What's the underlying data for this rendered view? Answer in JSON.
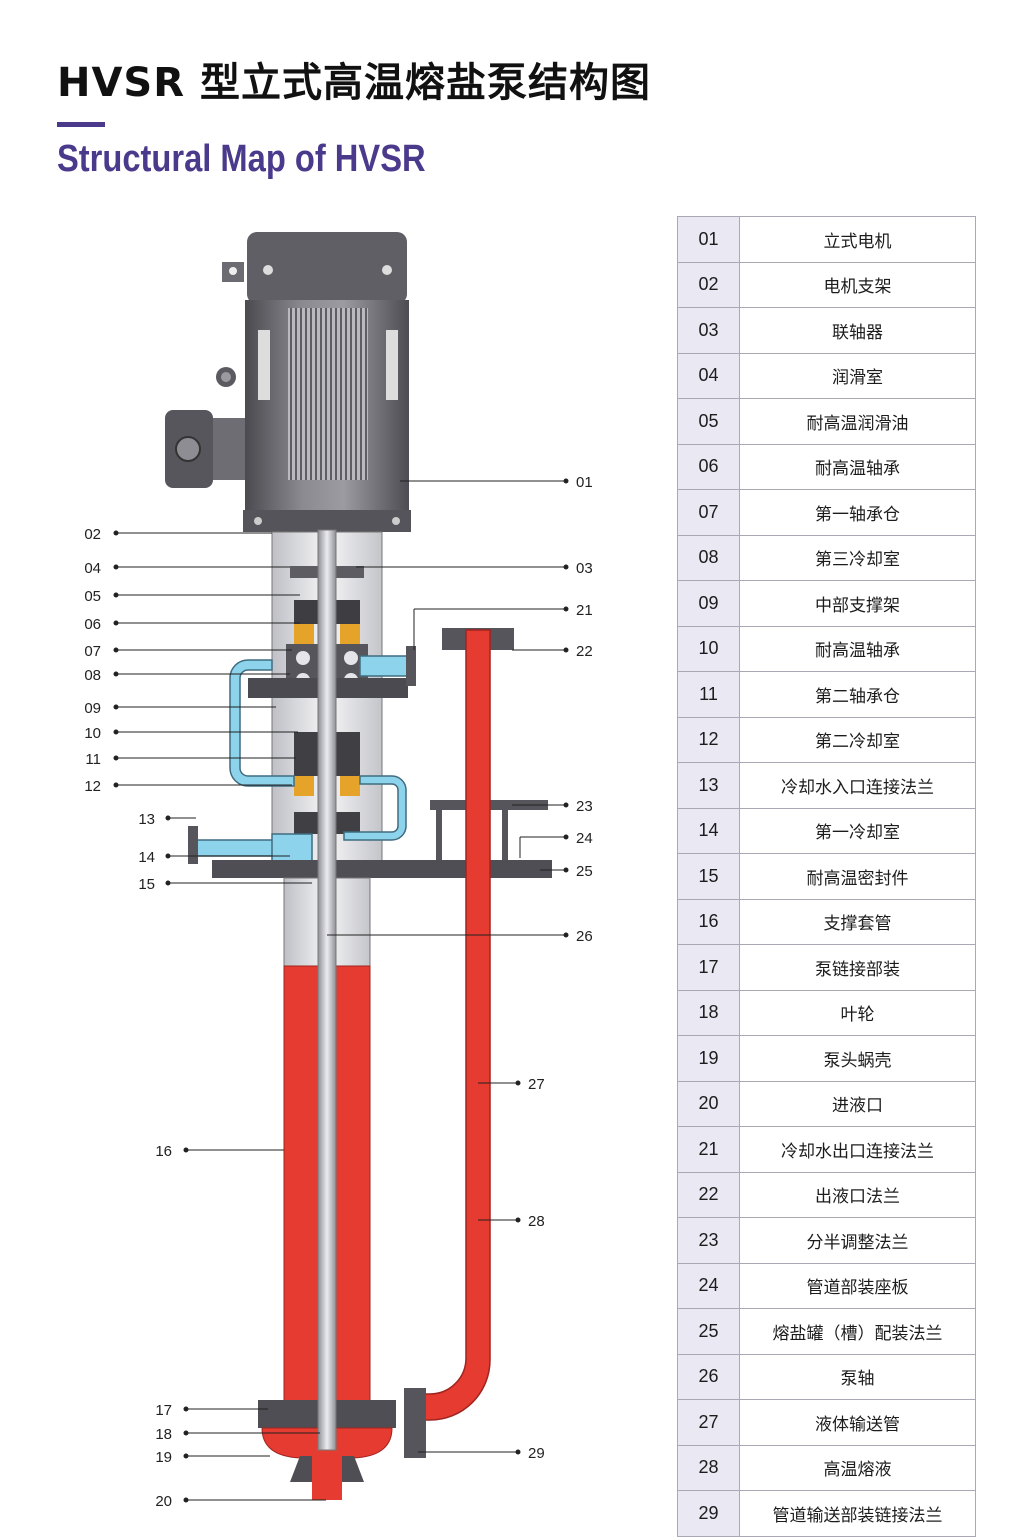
{
  "title_cn": "HVSR 型立式高温熔盐泵结构图",
  "title_en": "Structural Map of HVSR",
  "callouts_left": [
    "02",
    "04",
    "05",
    "06",
    "07",
    "08",
    "09",
    "10",
    "11",
    "12",
    "13",
    "14",
    "15",
    "16",
    "17",
    "18",
    "19",
    "20"
  ],
  "callouts_right": [
    "01",
    "03",
    "21",
    "22",
    "23",
    "24",
    "25",
    "26",
    "27",
    "28",
    "29"
  ],
  "parts": [
    {
      "no": "01",
      "name": "立式电机"
    },
    {
      "no": "02",
      "name": "电机支架"
    },
    {
      "no": "03",
      "name": "联轴器"
    },
    {
      "no": "04",
      "name": "润滑室"
    },
    {
      "no": "05",
      "name": "耐高温润滑油"
    },
    {
      "no": "06",
      "name": "耐高温轴承"
    },
    {
      "no": "07",
      "name": "第一轴承仓"
    },
    {
      "no": "08",
      "name": "第三冷却室"
    },
    {
      "no": "09",
      "name": "中部支撑架"
    },
    {
      "no": "10",
      "name": "耐高温轴承"
    },
    {
      "no": "11",
      "name": "第二轴承仓"
    },
    {
      "no": "12",
      "name": "第二冷却室"
    },
    {
      "no": "13",
      "name": "冷却水入口连接法兰"
    },
    {
      "no": "14",
      "name": "第一冷却室"
    },
    {
      "no": "15",
      "name": "耐高温密封件"
    },
    {
      "no": "16",
      "name": "支撑套管"
    },
    {
      "no": "17",
      "name": "泵链接部装"
    },
    {
      "no": "18",
      "name": "叶轮"
    },
    {
      "no": "19",
      "name": "泵头蜗壳"
    },
    {
      "no": "20",
      "name": "进液口"
    },
    {
      "no": "21",
      "name": "冷却水出口连接法兰"
    },
    {
      "no": "22",
      "name": "出液口法兰"
    },
    {
      "no": "23",
      "name": "分半调整法兰"
    },
    {
      "no": "24",
      "name": "管道部装座板"
    },
    {
      "no": "25",
      "name": "熔盐罐（槽）配装法兰"
    },
    {
      "no": "26",
      "name": "泵轴"
    },
    {
      "no": "27",
      "name": "液体输送管"
    },
    {
      "no": "28",
      "name": "高温熔液"
    },
    {
      "no": "29",
      "name": "管道输送部装链接法兰"
    }
  ],
  "colors": {
    "accent": "#4b3a8c",
    "molten": "#e53b30",
    "coolant": "#8ed3ec",
    "bearing": "#e6a32a",
    "steel": "#6f6f74",
    "table_head": "#e9e8f3"
  }
}
